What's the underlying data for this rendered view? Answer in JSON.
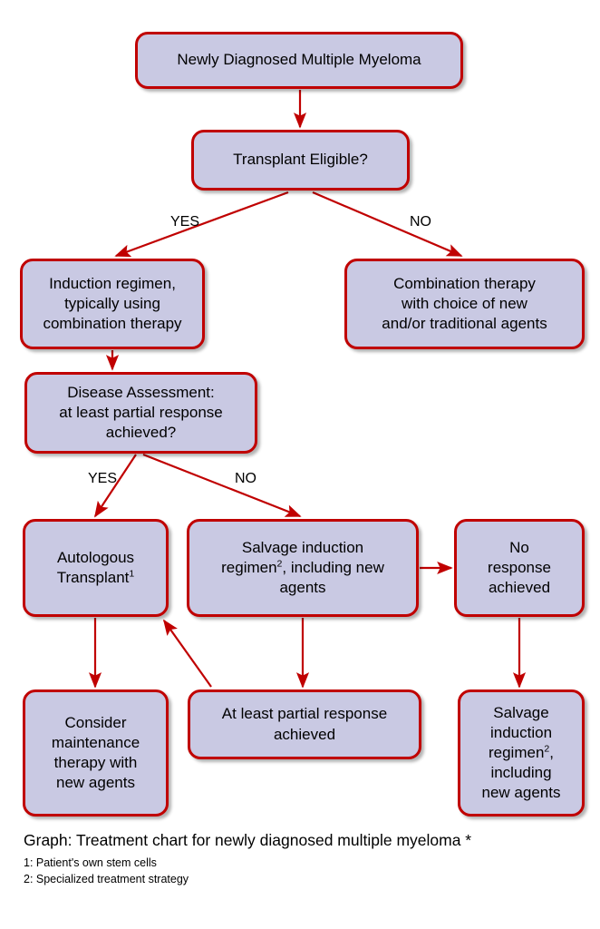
{
  "diagram": {
    "type": "flowchart",
    "title": "Treatment chart for newly diagnosed multiple myeloma",
    "colors": {
      "node_fill": "#C9C9E3",
      "node_border": "#C00000",
      "arrow": "#C00000",
      "text": "#000000",
      "background": "#FFFFFF"
    },
    "nodes": [
      {
        "id": "newly",
        "label": "Newly Diagnosed Multiple Myeloma"
      },
      {
        "id": "eligible",
        "label": "Transplant Eligible?"
      },
      {
        "id": "induction",
        "label": "Induction regimen,\ntypically using\ncombination therapy"
      },
      {
        "id": "combination",
        "label": "Combination therapy\nwith choice of new\nand/or traditional agents"
      },
      {
        "id": "assessment",
        "label": "Disease Assessment:\nat least partial response\nachieved?"
      },
      {
        "id": "autologous",
        "label": "Autologous\nTransplant",
        "superscript": "1"
      },
      {
        "id": "salvage-mid",
        "label_pre": "Salvage induction\nregimen",
        "superscript": "2",
        "label_post": ", including new\nagents"
      },
      {
        "id": "noresponse",
        "label": "No\nresponse\nachieved"
      },
      {
        "id": "maintenance",
        "label": "Consider\nmaintenance\ntherapy with\nnew agents"
      },
      {
        "id": "atleast",
        "label": "At least partial response\nachieved"
      },
      {
        "id": "salvage-right",
        "label_pre": "Salvage\ninduction\nregimen",
        "superscript": "2",
        "label_post": ",\nincluding\nnew agents"
      }
    ],
    "edge_labels": {
      "yes_1": "YES",
      "no_1": "NO",
      "yes_2": "YES",
      "no_2": "NO"
    },
    "edges": [
      {
        "from": "newly",
        "to": "eligible",
        "label": ""
      },
      {
        "from": "eligible",
        "to": "induction",
        "label": "YES"
      },
      {
        "from": "eligible",
        "to": "combination",
        "label": "NO"
      },
      {
        "from": "induction",
        "to": "assessment",
        "label": ""
      },
      {
        "from": "assessment",
        "to": "autologous",
        "label": "YES"
      },
      {
        "from": "assessment",
        "to": "salvage-mid",
        "label": "NO"
      },
      {
        "from": "salvage-mid",
        "to": "noresponse",
        "label": ""
      },
      {
        "from": "salvage-mid",
        "to": "atleast",
        "label": ""
      },
      {
        "from": "atleast",
        "to": "autologous",
        "label": ""
      },
      {
        "from": "autologous",
        "to": "maintenance",
        "label": ""
      },
      {
        "from": "noresponse",
        "to": "salvage-right",
        "label": ""
      }
    ]
  },
  "caption": {
    "main": "Graph: Treatment chart for newly diagnosed multiple myeloma *",
    "note1": "1: Patient's own stem cells",
    "note2": "2: Specialized treatment strategy"
  }
}
